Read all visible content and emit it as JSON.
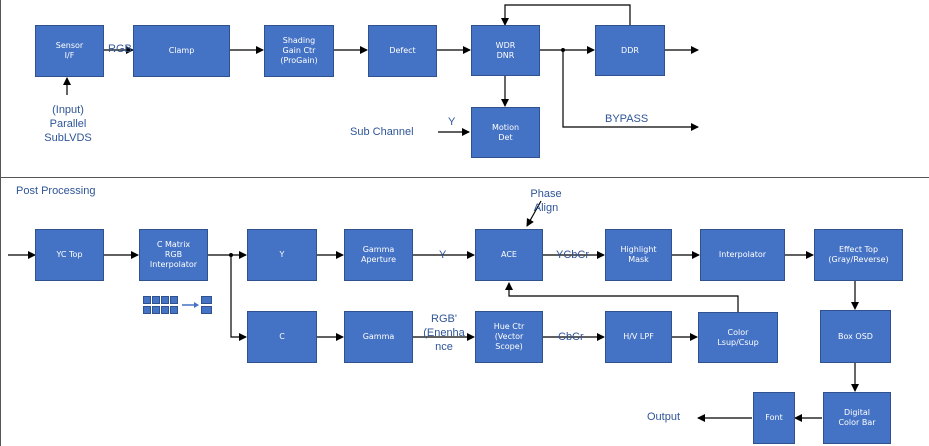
{
  "colors": {
    "block": "#4472C4",
    "block_border": "#2F528F",
    "label": "#2F5597",
    "wire": "#000000"
  },
  "top": {
    "sensor": "Sensor\nI/F",
    "clamp": "Clamp",
    "shading": "Shading\nGain Ctr\n(ProGain)",
    "defect": "Defect",
    "wdr": "WDR\nDNR",
    "ddr": "DDR",
    "motion": "Motion\nDet",
    "rgb_label": "RGB",
    "input_label": "(Input)\nParallel\nSubLVDS",
    "subchannel_label": "Sub Channel",
    "y_label": "Y",
    "bypass_label": "BYPASS"
  },
  "bottom": {
    "section_title": "Post Processing",
    "yc_top": "YC Top",
    "c_matrix": "C Matrix\nRGB\nInterpolator",
    "y_block": "Y",
    "c_block": "C",
    "gamma_aperture": "Gamma\nAperture",
    "gamma": "Gamma",
    "ace": "ACE",
    "hue_ctr": "Hue Ctr\n(Vector\nScope)",
    "highlight_mask": "Highlight\nMask",
    "hv_lpf": "H/V LPF",
    "interpolator": "Interpolator",
    "color_lsup": "Color\nLsup/Csup",
    "effect_top": "Effect Top\n(Gray/Reverse)",
    "box_osd": "Box OSD",
    "digital_color_bar": "Digital\nColor Bar",
    "font": "Font",
    "y_label": "Y",
    "ycbcr_label": "YCbCr",
    "cbcr_label": "CbCr",
    "rgb_enh_label": "RGB'\n(Enenha\nnce",
    "phase_align_label": "Phase\nAlign",
    "output_label": "Output"
  }
}
